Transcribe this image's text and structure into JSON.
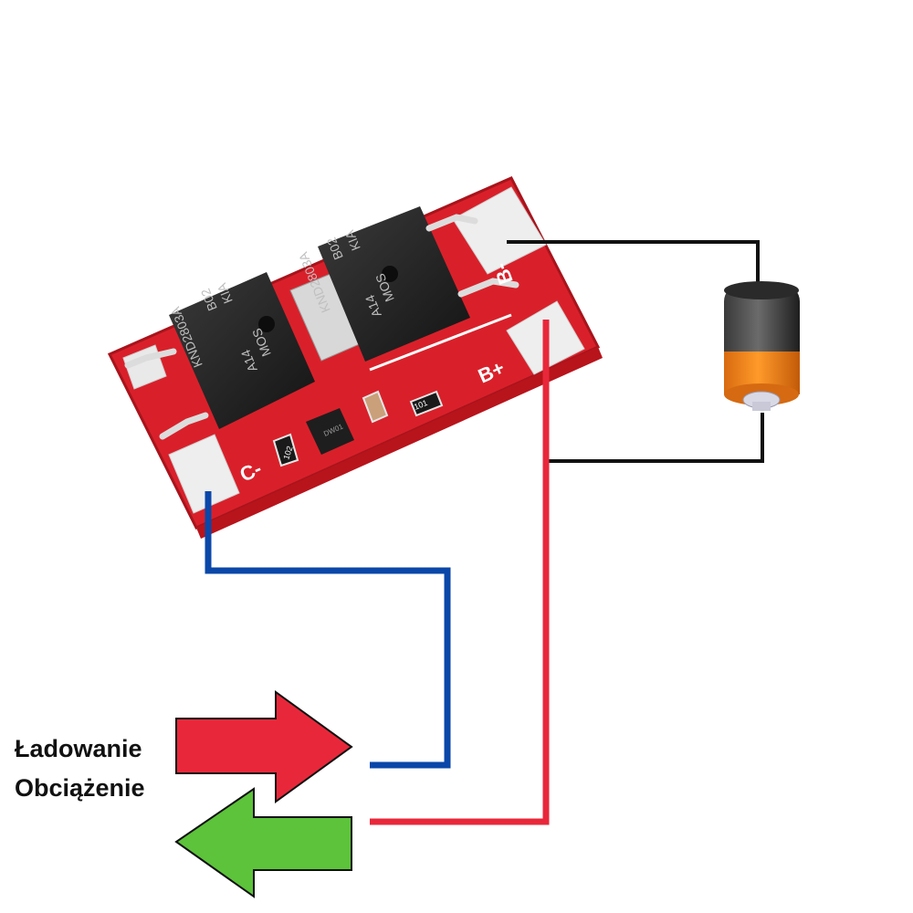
{
  "labels": {
    "charging": "Ładowanie",
    "load": "Obciążenie"
  },
  "board": {
    "mosfet_left": [
      "KIA",
      "MOS",
      "B02",
      "A14",
      "KND2803A"
    ],
    "mosfet_right": [
      "KIA",
      "MOS",
      "B02",
      "A14",
      "KND2803A"
    ],
    "pad_b_minus": "B-",
    "pad_b_plus": "B+",
    "pad_c_minus": "C-",
    "resistor_1": "101",
    "resistor_2": "102",
    "ic": "DW01"
  },
  "colors": {
    "board": "#d9202a",
    "wire_negative": "#0a47a8",
    "wire_positive": "#e8283a",
    "wire_battery": "#111111",
    "arrow_charging": "#e8283a",
    "arrow_load": "#5cc33a"
  },
  "icons": {
    "battery": "battery-icon",
    "arrow_charging": "arrow-right-icon",
    "arrow_load": "arrow-left-icon"
  }
}
